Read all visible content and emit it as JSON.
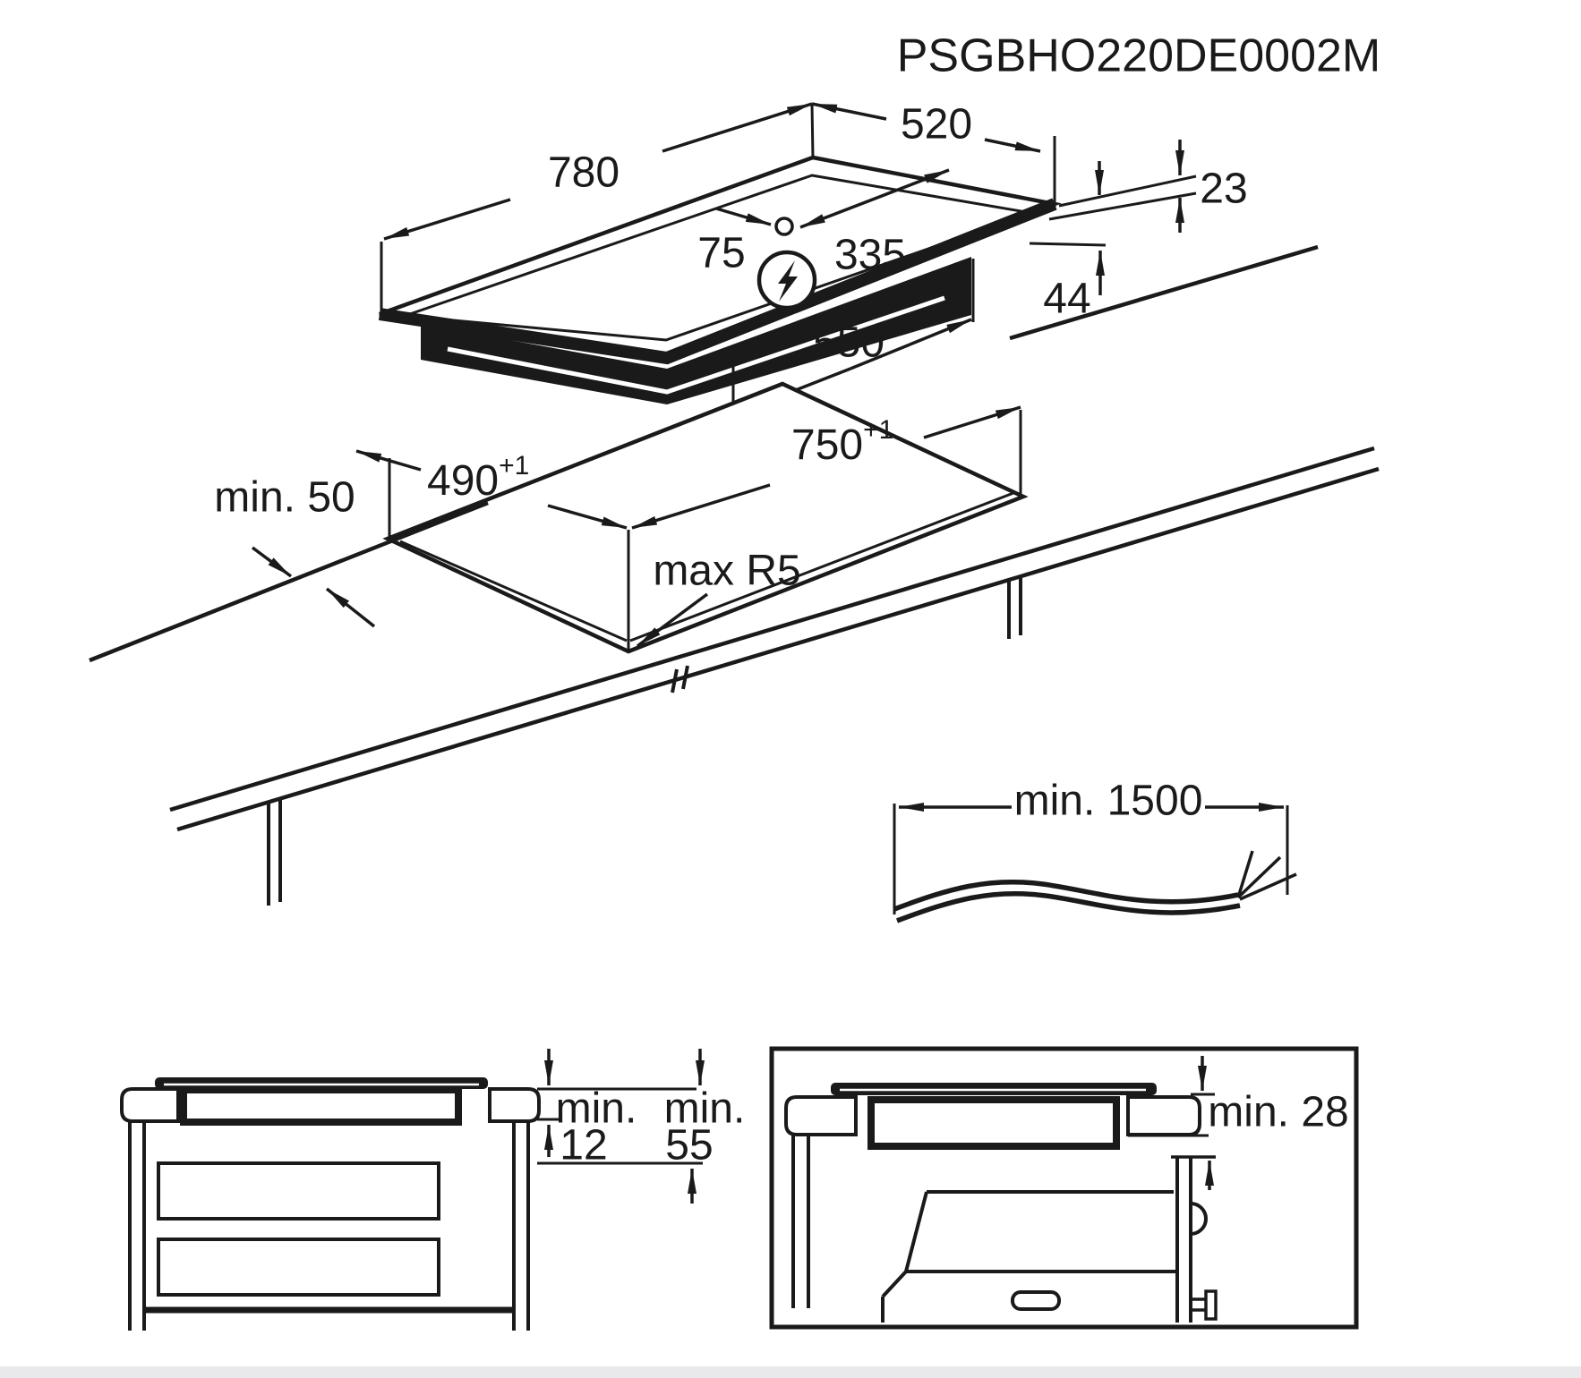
{
  "title": "PSGBHO220DE0002M",
  "colors": {
    "line": "#1a1a1a",
    "background": "#ffffff",
    "footer_bar": "#e9e9ec"
  },
  "hob_top_view": {
    "width_label": "780",
    "depth_label": "520",
    "cable_offset_left": "75",
    "cable_offset_right": "335",
    "edge_height_label": "23",
    "body_height_label": "44",
    "body_width_label": "550",
    "power_icon": "lightning-bolt-icon"
  },
  "cutout_view": {
    "front_clearance_label": "min. 50",
    "cutout_depth_value": "490",
    "cutout_depth_tolerance": "+1",
    "cutout_width_value": "750",
    "cutout_width_tolerance": "+1",
    "corner_radius_label": "max R5"
  },
  "cable": {
    "length_label": "min. 1500"
  },
  "side_section": {
    "min12_prefix": "min.",
    "min12_value": "12",
    "min55_prefix": "min.",
    "min55_value": "55"
  },
  "oven_section": {
    "clearance_label": "min. 28"
  }
}
